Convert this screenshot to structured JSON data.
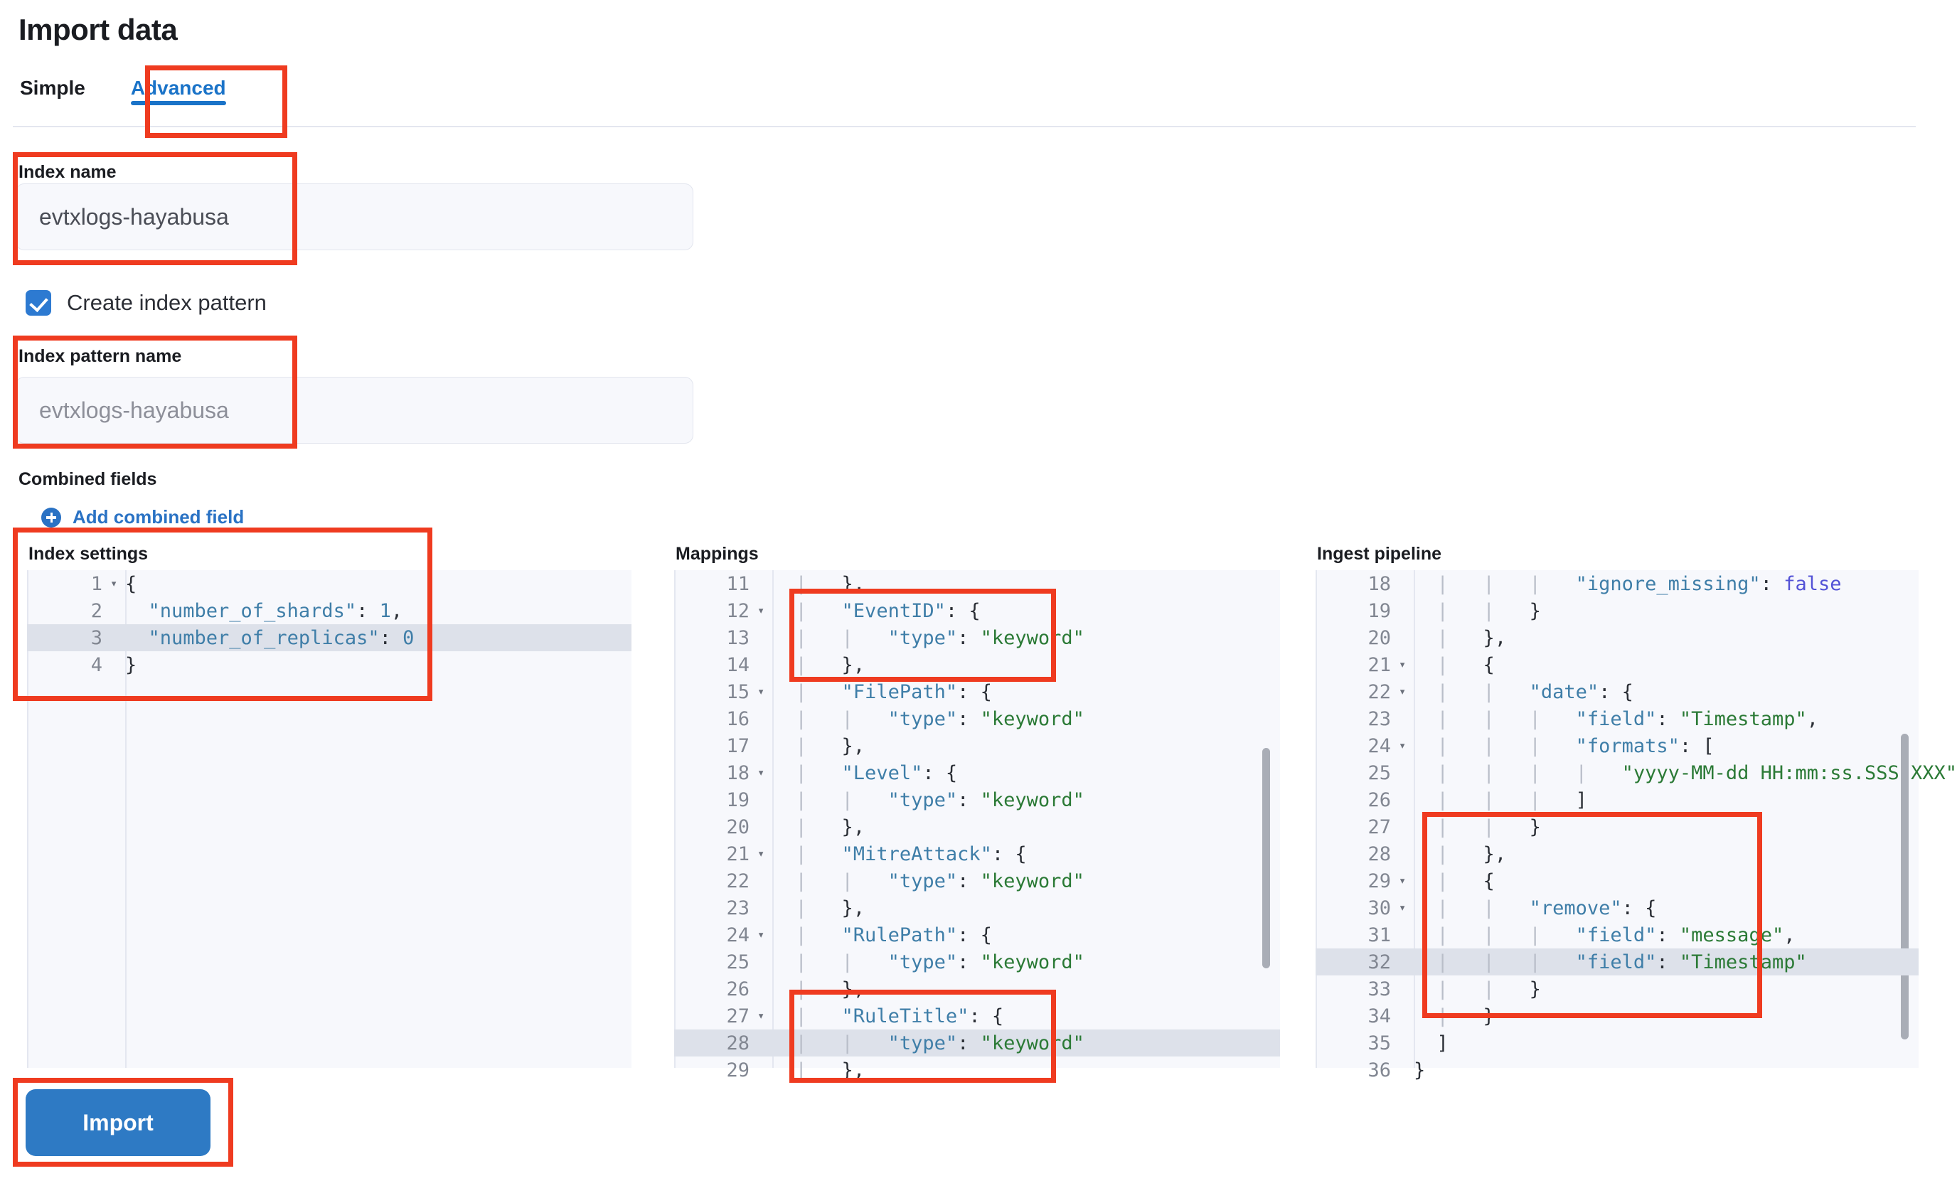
{
  "header": {
    "title": "Import data"
  },
  "tabs": [
    {
      "label": "Simple",
      "active": false
    },
    {
      "label": "Advanced",
      "active": true
    }
  ],
  "form": {
    "index_name": {
      "label": "Index name",
      "value": "evtxlogs-hayabusa"
    },
    "create_index_pattern": {
      "label": "Create index pattern",
      "checked": true
    },
    "index_pattern_name": {
      "label": "Index pattern name",
      "value": "evtxlogs-hayabusa"
    },
    "combined_fields": {
      "label": "Combined fields",
      "add_link": "Add combined field"
    }
  },
  "editors": {
    "index_settings": {
      "title": "Index settings",
      "lines": [
        {
          "no": "1",
          "fold": true,
          "hl": false,
          "text": "{"
        },
        {
          "no": "2",
          "fold": false,
          "hl": false,
          "text": "  \"number_of_shards\": 1,"
        },
        {
          "no": "3",
          "fold": false,
          "hl": true,
          "text": "  \"number_of_replicas\": 0"
        },
        {
          "no": "4",
          "fold": false,
          "hl": false,
          "text": "}"
        }
      ]
    },
    "mappings": {
      "title": "Mappings",
      "lines": [
        {
          "no": "11",
          "fold": false,
          "hl": false,
          "text": "  |   },"
        },
        {
          "no": "12",
          "fold": true,
          "hl": false,
          "text": "  |   \"EventID\": {"
        },
        {
          "no": "13",
          "fold": false,
          "hl": false,
          "text": "  |   |   \"type\": \"keyword\""
        },
        {
          "no": "14",
          "fold": false,
          "hl": false,
          "text": "  |   },"
        },
        {
          "no": "15",
          "fold": true,
          "hl": false,
          "text": "  |   \"FilePath\": {"
        },
        {
          "no": "16",
          "fold": false,
          "hl": false,
          "text": "  |   |   \"type\": \"keyword\""
        },
        {
          "no": "17",
          "fold": false,
          "hl": false,
          "text": "  |   },"
        },
        {
          "no": "18",
          "fold": true,
          "hl": false,
          "text": "  |   \"Level\": {"
        },
        {
          "no": "19",
          "fold": false,
          "hl": false,
          "text": "  |   |   \"type\": \"keyword\""
        },
        {
          "no": "20",
          "fold": false,
          "hl": false,
          "text": "  |   },"
        },
        {
          "no": "21",
          "fold": true,
          "hl": false,
          "text": "  |   \"MitreAttack\": {"
        },
        {
          "no": "22",
          "fold": false,
          "hl": false,
          "text": "  |   |   \"type\": \"keyword\""
        },
        {
          "no": "23",
          "fold": false,
          "hl": false,
          "text": "  |   },"
        },
        {
          "no": "24",
          "fold": true,
          "hl": false,
          "text": "  |   \"RulePath\": {"
        },
        {
          "no": "25",
          "fold": false,
          "hl": false,
          "text": "  |   |   \"type\": \"keyword\""
        },
        {
          "no": "26",
          "fold": false,
          "hl": false,
          "text": "  |   },"
        },
        {
          "no": "27",
          "fold": true,
          "hl": false,
          "text": "  |   \"RuleTitle\": {"
        },
        {
          "no": "28",
          "fold": false,
          "hl": true,
          "text": "  |   |   \"type\": \"keyword\""
        },
        {
          "no": "29",
          "fold": false,
          "hl": false,
          "text": "  |   },"
        }
      ]
    },
    "ingest_pipeline": {
      "title": "Ingest pipeline",
      "lines": [
        {
          "no": "18",
          "fold": false,
          "hl": false,
          "text": "  |   |   |   \"ignore_missing\": false"
        },
        {
          "no": "19",
          "fold": false,
          "hl": false,
          "text": "  |   |   }"
        },
        {
          "no": "20",
          "fold": false,
          "hl": false,
          "text": "  |   },"
        },
        {
          "no": "21",
          "fold": true,
          "hl": false,
          "text": "  |   {"
        },
        {
          "no": "22",
          "fold": true,
          "hl": false,
          "text": "  |   |   \"date\": {"
        },
        {
          "no": "23",
          "fold": false,
          "hl": false,
          "text": "  |   |   |   \"field\": \"Timestamp\","
        },
        {
          "no": "24",
          "fold": true,
          "hl": false,
          "text": "  |   |   |   \"formats\": ["
        },
        {
          "no": "25",
          "fold": false,
          "hl": false,
          "text": "  |   |   |   |   \"yyyy-MM-dd HH:mm:ss.SSS XXX\""
        },
        {
          "no": "26",
          "fold": false,
          "hl": false,
          "text": "  |   |   |   ]"
        },
        {
          "no": "27",
          "fold": false,
          "hl": false,
          "text": "  |   |   }"
        },
        {
          "no": "28",
          "fold": false,
          "hl": false,
          "text": "  |   },"
        },
        {
          "no": "29",
          "fold": true,
          "hl": false,
          "text": "  |   {"
        },
        {
          "no": "30",
          "fold": true,
          "hl": false,
          "text": "  |   |   \"remove\": {"
        },
        {
          "no": "31",
          "fold": false,
          "hl": false,
          "text": "  |   |   |   \"field\": \"message\","
        },
        {
          "no": "32",
          "fold": false,
          "hl": true,
          "text": "  |   |   |   \"field\": \"Timestamp\""
        },
        {
          "no": "33",
          "fold": false,
          "hl": false,
          "text": "  |   |   }"
        },
        {
          "no": "34",
          "fold": false,
          "hl": false,
          "text": "  |   }"
        },
        {
          "no": "35",
          "fold": false,
          "hl": false,
          "text": "  ]"
        },
        {
          "no": "36",
          "fold": false,
          "hl": false,
          "text": "}"
        }
      ]
    }
  },
  "actions": {
    "import_label": "Import"
  },
  "colors": {
    "accent_blue": "#2a72c4",
    "annotation_red": "#ef3b20",
    "code_key": "#3f7ea8",
    "code_string": "#2b7a36",
    "code_bool": "#5352d6",
    "editor_bg": "#f7f8fc",
    "highlight_row": "#dde1ea"
  }
}
